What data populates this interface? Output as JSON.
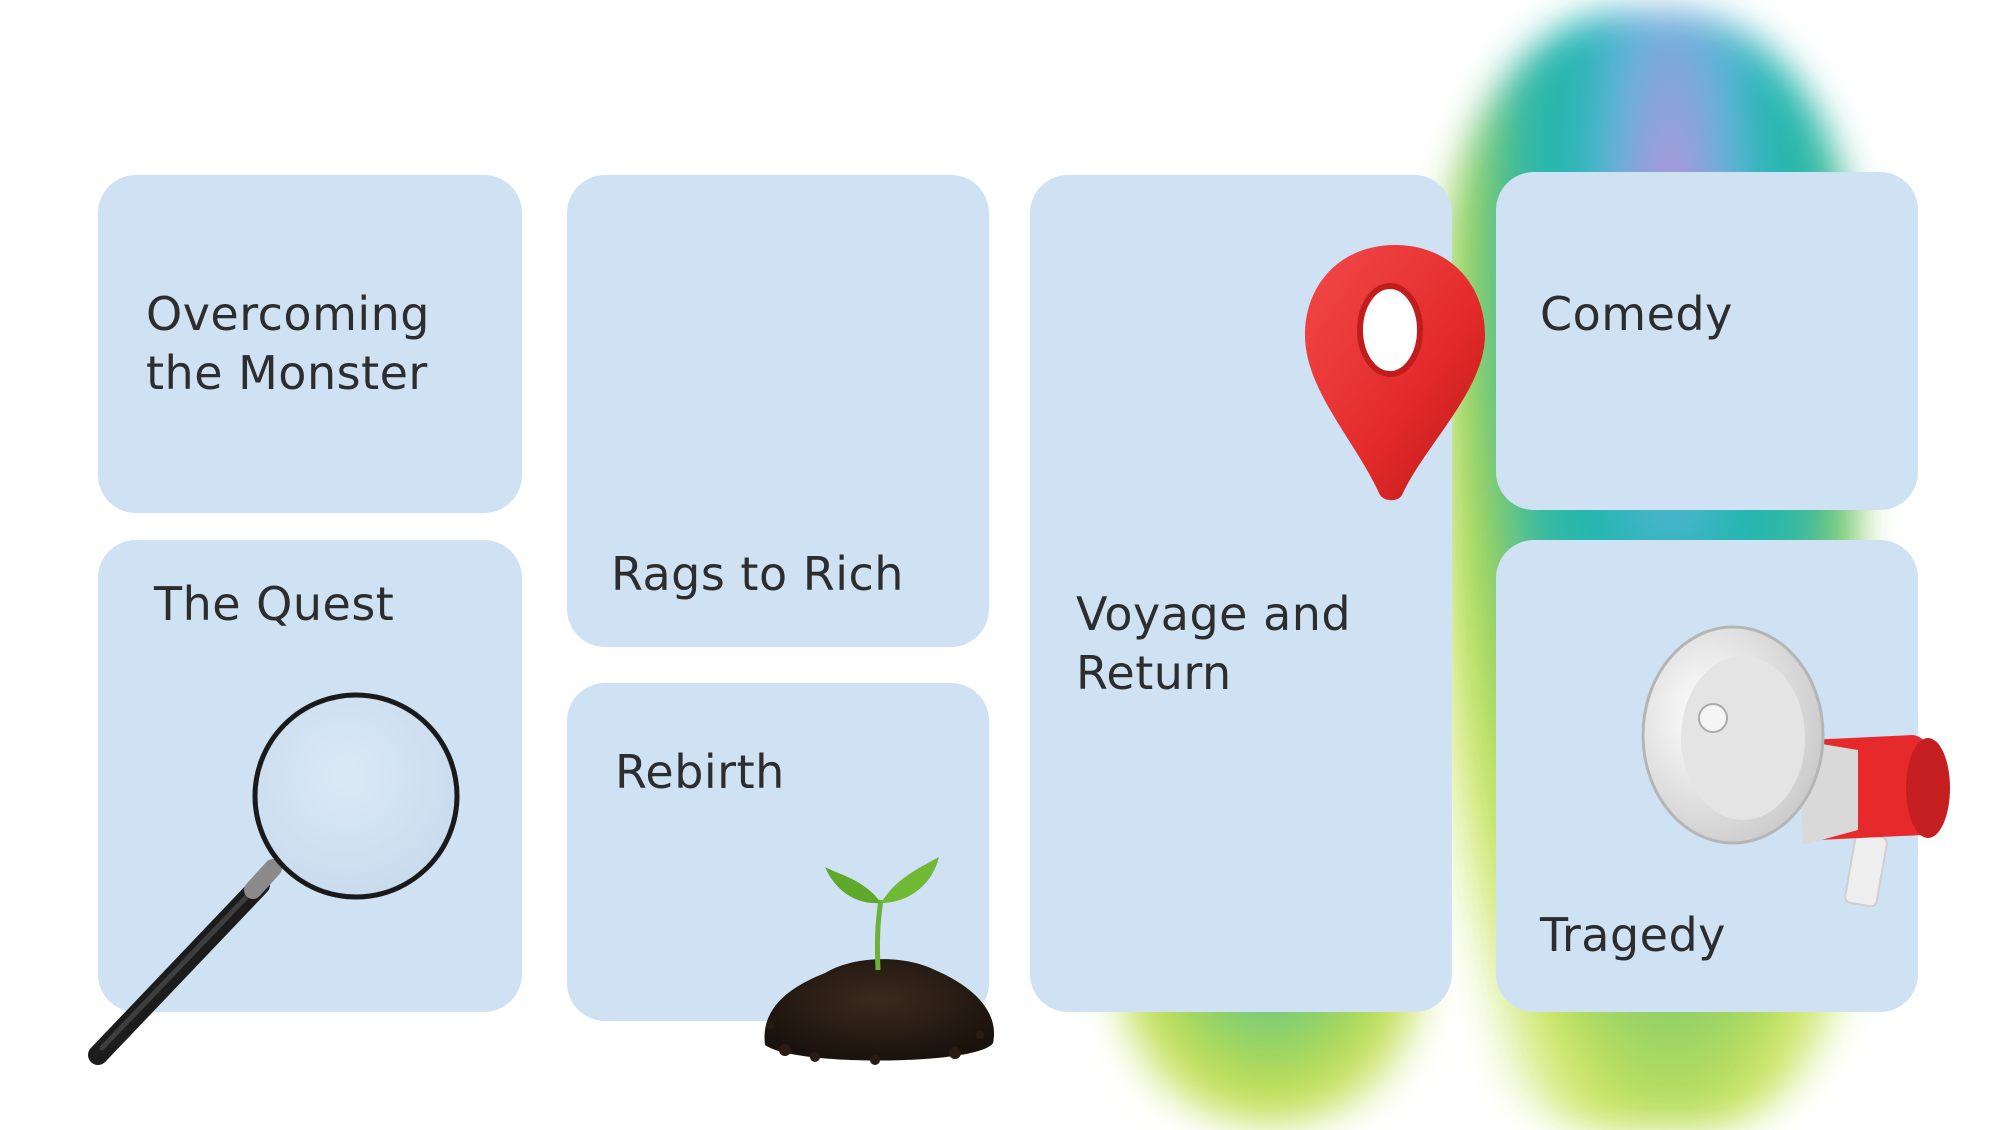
{
  "cards": {
    "overcoming": "Overcoming\nthe Monster",
    "quest": "The Quest",
    "rags": "Rags to Rich",
    "rebirth": "Rebirth",
    "voyage": "Voyage and\nReturn",
    "comedy": "Comedy",
    "tragedy": "Tragedy"
  },
  "colors": {
    "card_bg": "#cfe2f3",
    "text": "#2d2d2d",
    "pin": "#e32a2a",
    "megaphone": "#e6292b",
    "leaf": "#5fa82c"
  },
  "icons": [
    "magnifying-glass-icon",
    "sprout-icon",
    "map-pin-icon",
    "megaphone-icon"
  ]
}
